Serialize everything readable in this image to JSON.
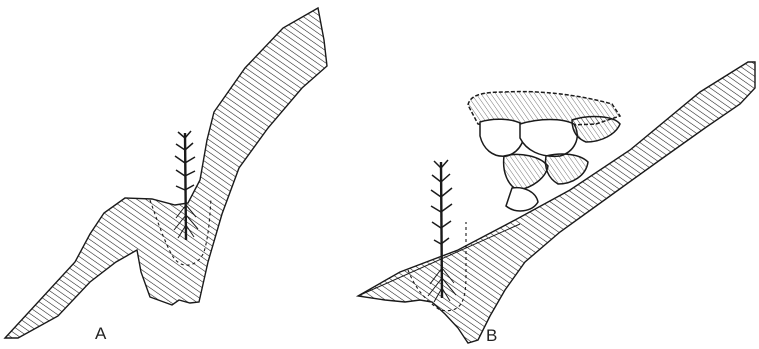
{
  "panels": [
    {
      "id": "A",
      "label": "A",
      "subject": "soil-profile-slope-with-tree"
    },
    {
      "id": "B",
      "label": "B",
      "subject": "soil-profile-with-rock-outcrop-and-tree"
    }
  ],
  "style": {
    "ink": "#1a1a1a",
    "paper": "#ffffff"
  }
}
